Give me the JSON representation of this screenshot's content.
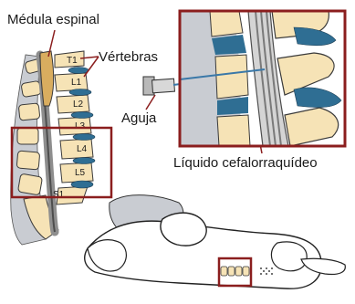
{
  "labels": {
    "spinal_cord": "Médula espinal",
    "vertebrae": "Vértebras",
    "needle": "Aguja",
    "csf": "Líquido cefalorraquídeo"
  },
  "vertebra_labels": [
    "T1",
    "L1",
    "L2",
    "L3",
    "L4",
    "L5",
    "S1"
  ],
  "colors": {
    "frame": "#8b1e1e",
    "bone": "#f6e3b6",
    "disc": "#2f6e93",
    "cord": "#d9ad5f",
    "canal": "#8e8e8e",
    "csf_fill": "#d4d4d4",
    "tissue": "#c9ccd2",
    "needle": "#3a78a8"
  }
}
